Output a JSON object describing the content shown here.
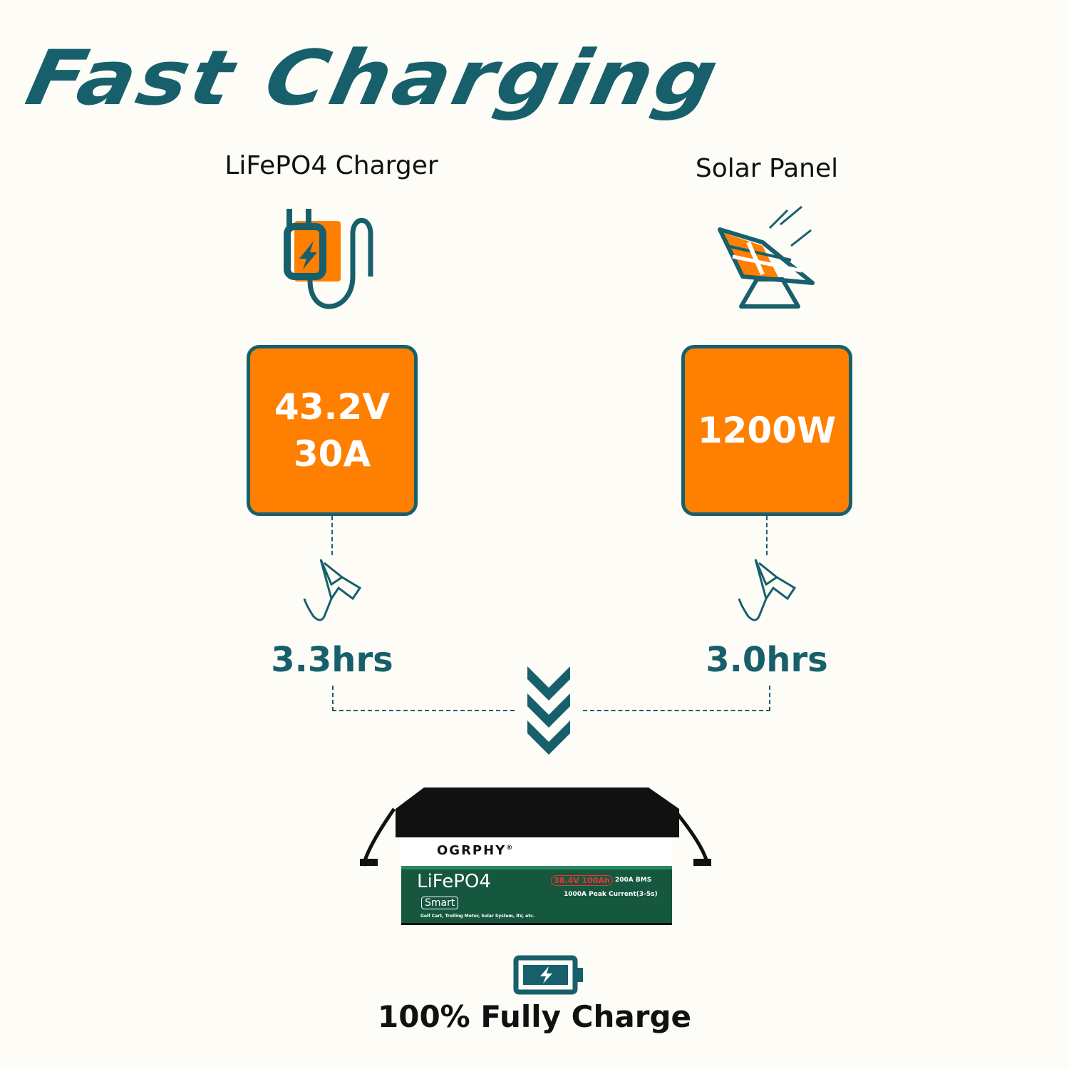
{
  "title": "Fast Charging",
  "charger": {
    "label": "LiFePO4 Charger",
    "voltage": "43.2V",
    "current": "30A",
    "time": "3.3hrs"
  },
  "solar": {
    "label": "Solar Panel",
    "power": "1200W",
    "time": "3.0hrs"
  },
  "battery": {
    "brand": "OGRPHY",
    "registered": "®",
    "chem": "LiFePO4",
    "badge": "Smart",
    "rating": "38.4V 100Ah",
    "bms": "200A BMS",
    "peak": "1000A Peak Current(3-5s)",
    "uses": "Golf Cart, Trolling Motor, Solar System, RV, etc."
  },
  "footer": "100% Fully Charge",
  "colors": {
    "teal": "#17606b",
    "orange": "#ff7f00",
    "background": "#fdfcf7",
    "battery_green": "#16573f"
  }
}
